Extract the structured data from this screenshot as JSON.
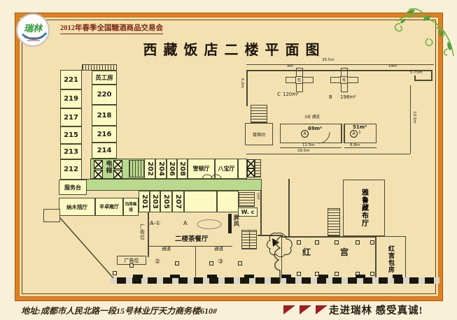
{
  "header": {
    "fair_title": "2012年春季全国糖酒商品交易会",
    "title": "西藏饭店二楼平面图",
    "logo_text": "瑞林"
  },
  "footer": {
    "address": "地址:成都市人民北路一段15号林业厅天力商务楼610#",
    "slogan": "走进瑞林 感受真诚!"
  },
  "plan": {
    "rooms_left": [
      "221",
      "219",
      "217",
      "215",
      "213"
    ],
    "room_212": "212",
    "service_desk": "服务台",
    "rooms_right": [
      "员工房",
      "220",
      "218",
      "216",
      "214"
    ],
    "elevator": "电梯",
    "rooms_top": [
      "202",
      "204",
      "206",
      "208"
    ],
    "hall_xuedun": "雪顿厅",
    "hall_babao": "八宝厅",
    "rooms_bottom": [
      "201",
      "203",
      "205",
      "207"
    ],
    "banquet": [
      "纳木措厅",
      "羊卓雍厅",
      "玛旁雍措"
    ],
    "wc": "W. c",
    "exit": "EXIT",
    "screen": "屏风",
    "tea_restaurant": "二楼茶餐厅",
    "passage": "通道",
    "ad_space": "广告位",
    "zone_a1": "A-①",
    "zone_a": "A",
    "zone_2": "②",
    "zone_3": "③",
    "yarlung": "雅鲁藏布厅",
    "red_palace": "红宫",
    "red_palace_room": "红宫包房"
  },
  "inset": {
    "dim_total_top": "35.5m",
    "dim_9": "9m",
    "dim_14": "14m",
    "dim_left": "6.2m",
    "dim_notch": "5.75m",
    "dim_right": "10.5m",
    "column": "柱",
    "area_c": "C",
    "area_c_val": "120m²",
    "area_b": "B",
    "area_b_val": "198m²",
    "aisle": "3米 通道",
    "stairwell": "楼梯间",
    "area_a_mark": "A",
    "area_a_val": "69m²",
    "area_a1_mark": "A",
    "area_a1_num": "1",
    "area_a1_val": "51m²",
    "dim_11_5": "11.5m",
    "dim_8_8": "8.8m",
    "dim_total_bottom": "29.5m"
  }
}
